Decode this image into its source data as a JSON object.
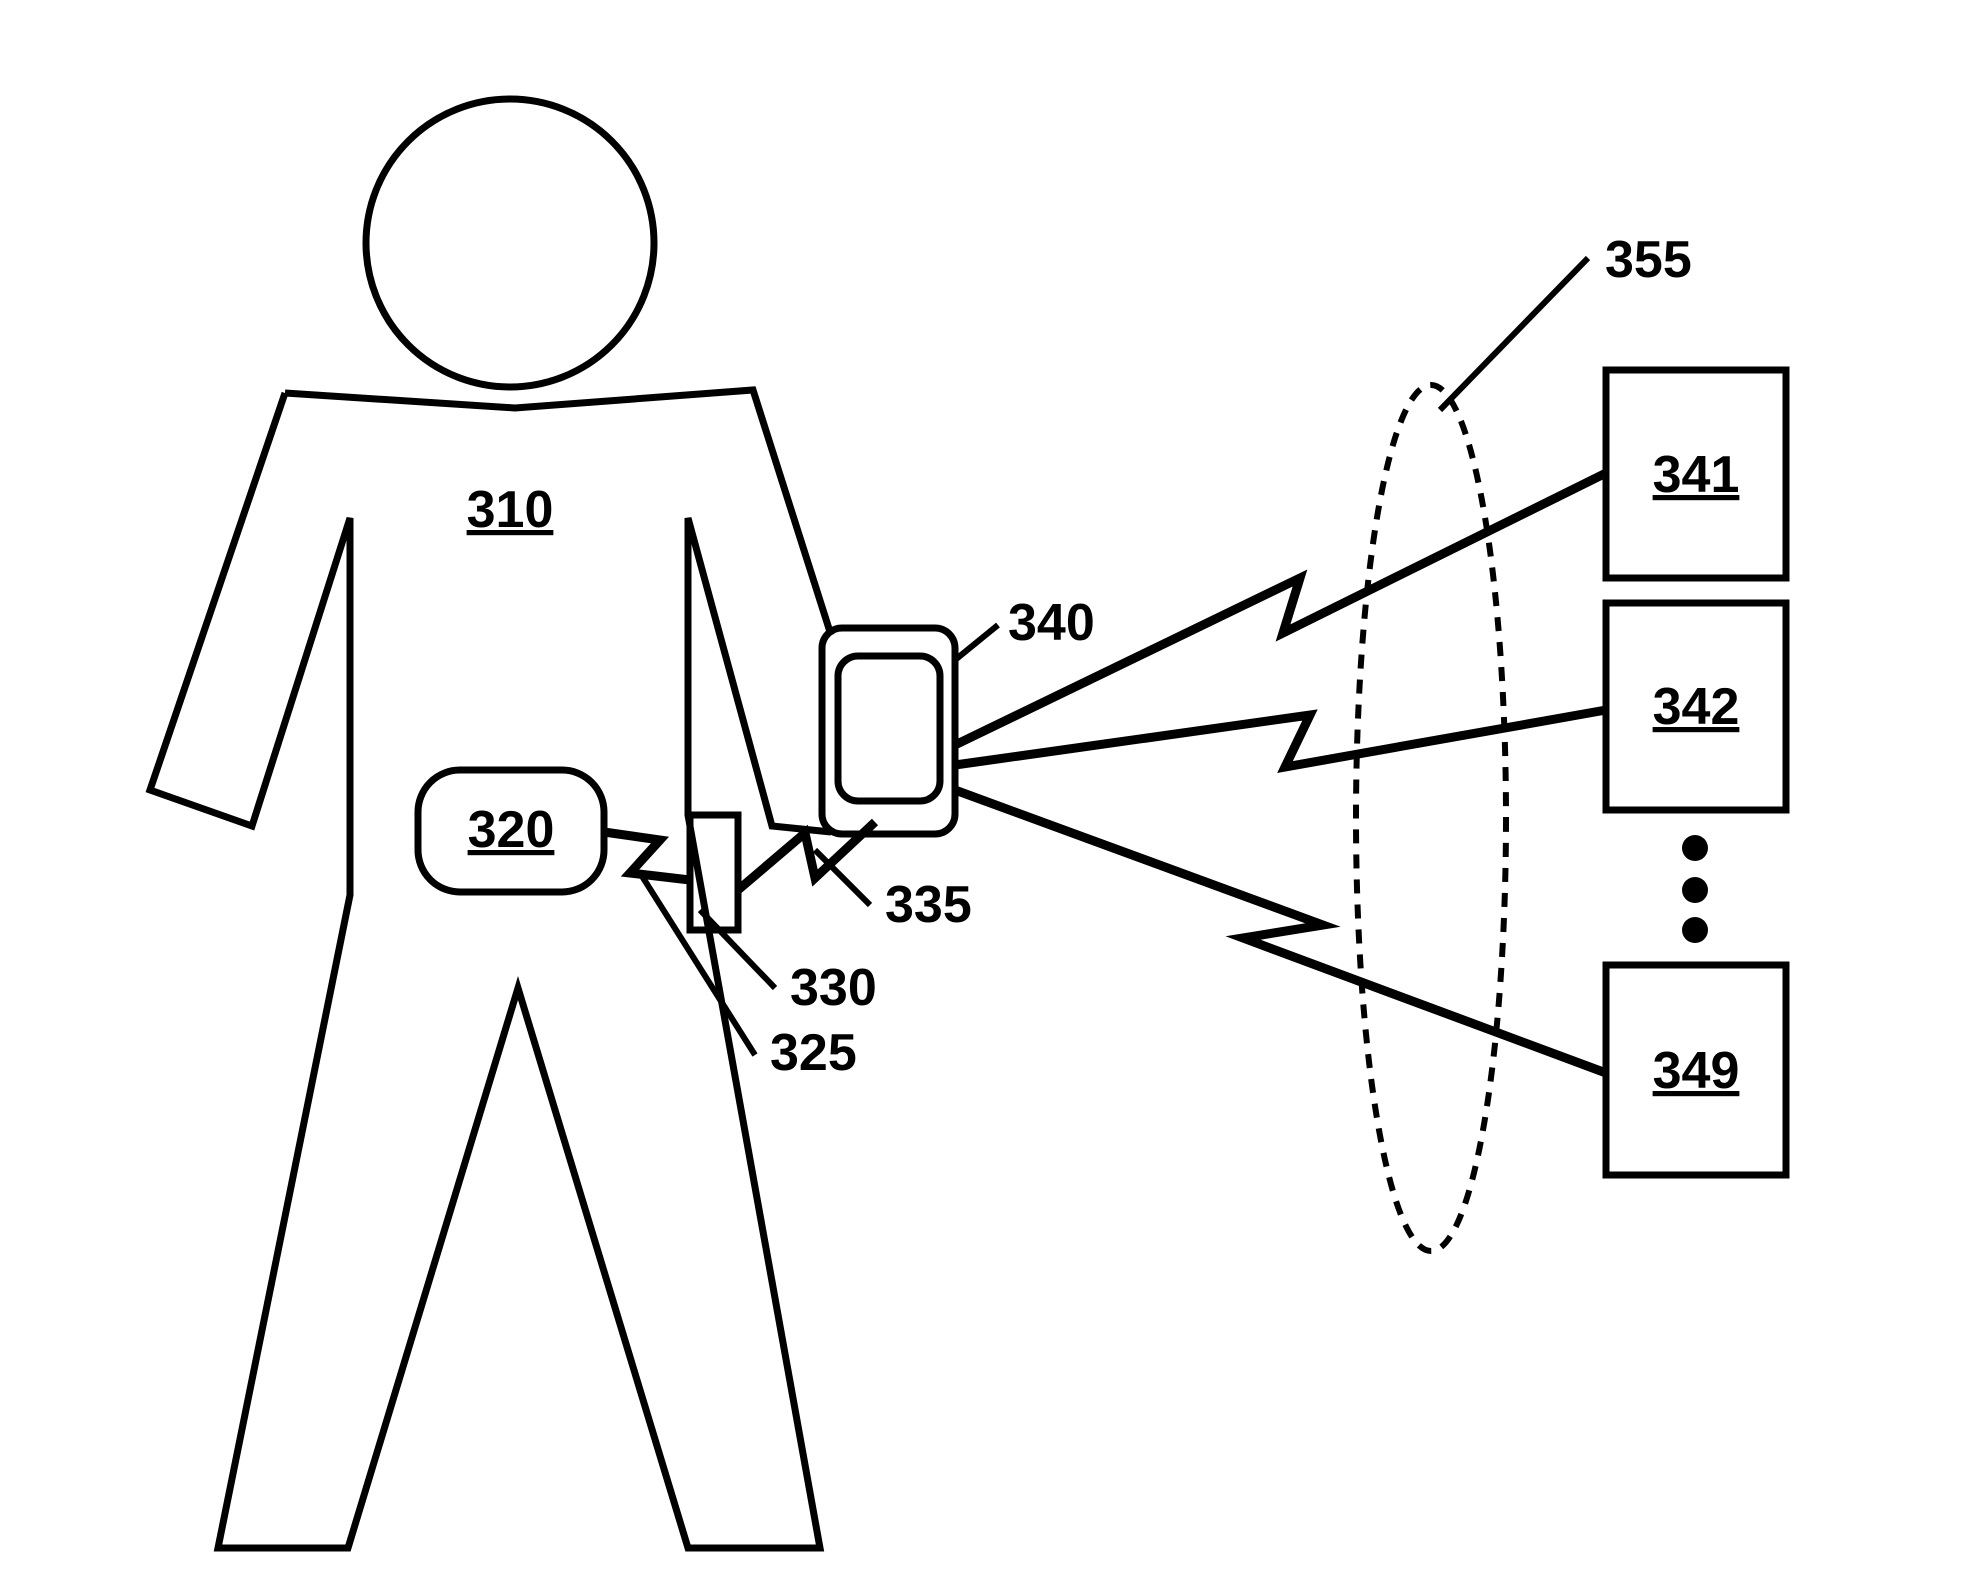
{
  "labels": {
    "body": "310",
    "sensor": "320",
    "transmitter": "330",
    "link_sensor": "325",
    "link_device": "335",
    "device": "340",
    "remote_1": "341",
    "remote_2": "342",
    "remote_n": "349",
    "network": "355"
  }
}
